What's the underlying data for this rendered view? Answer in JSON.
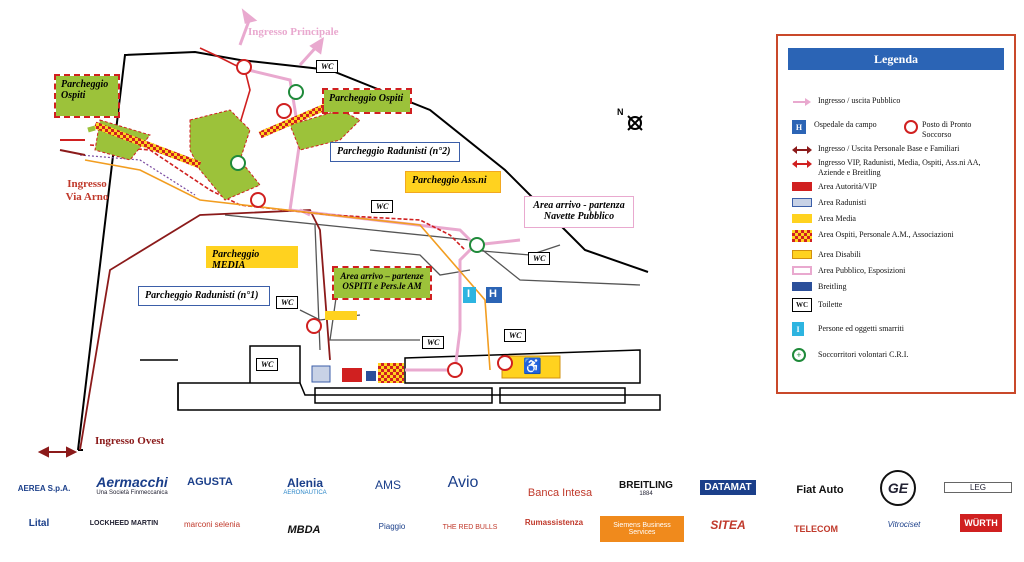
{
  "entrances": {
    "principale": "Ingresso Principale",
    "via_arno": "Ingresso Via Arno",
    "ovest": "Ingresso Ovest"
  },
  "areas": {
    "parcheggio_ospiti_left": "Parcheggio Ospiti",
    "parcheggio_ospiti_right": "Parcheggio Ospiti",
    "parcheggio_radunisti_2": "Parcheggio Radunisti (n°2)",
    "parcheggio_assni": "Parcheggio Ass.ni",
    "area_navette": "Area arrivo - partenza Navette Pubblico",
    "parcheggio_media": "Parcheggio MEDIA",
    "area_ospiti_am": "Area arrivo – partenze OSPITI e Pers.le AM",
    "parcheggio_radunisti_1": "Parcheggio Radunisti (n°1)"
  },
  "wc_label": "WC",
  "legend": {
    "title": "Legenda",
    "items": [
      {
        "symbol": "pink-arrow",
        "text": "Ingresso / uscita  Pubblico"
      },
      {
        "symbol": "hospital",
        "text": "Ospedale da campo",
        "symbol_text": "H",
        "text2": "Posto di Pronto Soccorso"
      },
      {
        "symbol": "darkred-arrow",
        "text": "Ingresso / Uscita Personale Base e Familiari"
      },
      {
        "symbol": "red-arrow",
        "text": "Ingresso VIP, Radunisti, Media, Ospiti, Ass.ni AA, Aziende e Breitling"
      },
      {
        "symbol": "red-box",
        "text": "Area  Autorità/VIP"
      },
      {
        "symbol": "lightblue-box",
        "text": "Area Radunisti"
      },
      {
        "symbol": "yellow-box",
        "text": "Area Media"
      },
      {
        "symbol": "checker-box",
        "text": "Area  Ospiti, Personale A.M., Associazioni"
      },
      {
        "symbol": "orange-box",
        "text": "Area Disabili"
      },
      {
        "symbol": "pink-box",
        "text": "Area Pubblico, Esposizioni"
      },
      {
        "symbol": "blue-box",
        "text": "Breitling"
      },
      {
        "symbol": "wc-box",
        "text": "Toilette",
        "symbol_text": "WC"
      },
      {
        "symbol": "info-box",
        "text": "Persone ed oggetti smarriti",
        "symbol_text": "I"
      },
      {
        "symbol": "green-cross",
        "text": "Soccorritori volontari  C.R.I."
      }
    ]
  },
  "sponsors_row1": [
    {
      "name": "AEREA S.p.A."
    },
    {
      "name": "Aermacchi",
      "sub": "Una Società Finmeccanica"
    },
    {
      "name": "AGUSTA"
    },
    {
      "name": "Alenia",
      "sub": "AERONAUTICA"
    },
    {
      "name": "AMS"
    },
    {
      "name": "Avio"
    },
    {
      "name": "Banca Intesa"
    },
    {
      "name": "BREITLING",
      "sub": "1884"
    },
    {
      "name": "DATAMAT"
    },
    {
      "name": "Fiat Auto"
    },
    {
      "name": "GE"
    },
    {
      "name": "LEG"
    }
  ],
  "sponsors_row2": [
    {
      "name": "Lital"
    },
    {
      "name": "LOCKHEED MARTIN"
    },
    {
      "name": "marconi selenia"
    },
    {
      "name": "MBDA"
    },
    {
      "name": "Piaggio"
    },
    {
      "name": "THE RED BULLS"
    },
    {
      "name": "Rumassistenza"
    },
    {
      "name": "Siemens Business Services"
    },
    {
      "name": "SITEA"
    },
    {
      "name": "TELECOM"
    },
    {
      "name": "Vitrociset"
    },
    {
      "name": "WÜRTH"
    }
  ],
  "colors": {
    "legend_header": "#2b64b5",
    "legend_border": "#c9482a",
    "area_green": "#9cc23a",
    "media_yellow": "#ffd21f",
    "public_pink": "#e9a9cf",
    "staff_darkred": "#8b1a1a"
  }
}
